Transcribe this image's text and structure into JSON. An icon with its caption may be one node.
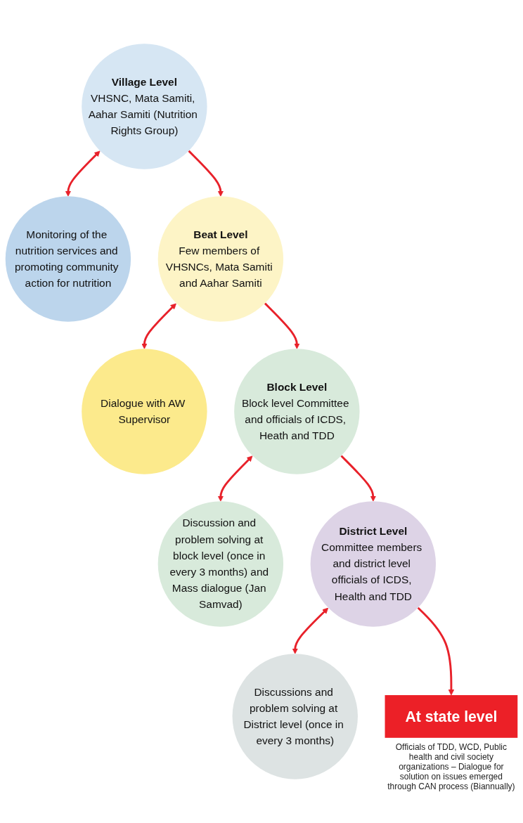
{
  "diagram": {
    "nodes": [
      {
        "text": [
          "Village Level",
          "VHSNC, Mata Samiti, Aahar Samiti (Nutrition Rights Group)"
        ]
      },
      {
        "text": [
          "Monitoring of the nutrition services and promoting community action for nutrition"
        ]
      },
      {
        "text": [
          "Beat Level",
          "Few members of VHSNCs, Mata Samiti and Aahar Samiti"
        ]
      },
      {
        "text": [
          "Dialogue with AW Supervisor"
        ]
      },
      {
        "text": [
          "Block Level",
          "Block level Committee and officials of ICDS, Heath and TDD"
        ]
      },
      {
        "text": [
          "Discussion and problem solving at block level (once in every 3 months) and Mass dialogue (Jan Samvad)"
        ]
      },
      {
        "text": [
          "District Level",
          "Committee members and district level officials of ICDS, Health and TDD"
        ]
      },
      {
        "text": [
          "Discussions and problem solving at District level (once in every 3 months)"
        ]
      },
      {
        "text": [
          "At state level"
        ],
        "beside": [
          "Officials of TDD, WCD, Public health and civil society organizations – Dialogue for solution on issues emerged through CAN process (Biannually)"
        ]
      }
    ],
    "edges": [
      {
        "from": 0,
        "to": 1,
        "arrow": "both"
      },
      {
        "from": 0,
        "to": 2,
        "arrow": "to"
      },
      {
        "from": 2,
        "to": 3,
        "arrow": "both"
      },
      {
        "from": 2,
        "to": 4,
        "arrow": "to"
      },
      {
        "from": 4,
        "to": 5,
        "arrow": "both"
      },
      {
        "from": 4,
        "to": 6,
        "arrow": "to"
      },
      {
        "from": 6,
        "to": 7,
        "arrow": "both"
      },
      {
        "from": 6,
        "to": 8,
        "arrow": "to"
      }
    ]
  }
}
